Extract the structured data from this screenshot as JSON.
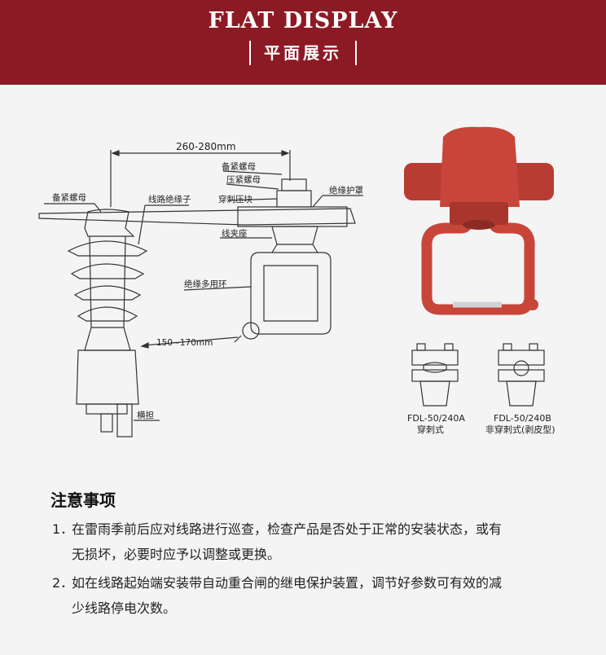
{
  "header": {
    "title": "FLAT DISPLAY",
    "subtitle": "平面展示"
  },
  "diagram": {
    "span_label": "260-280mm",
    "labels": {
      "backup_nut_left": "备紧螺母",
      "line_insulator": "线路绝缘子",
      "backup_nut_top": "备紧螺母",
      "press_nut": "压紧螺母",
      "pierce_block": "穿刺压块",
      "insulation_cover": "绝缘护罩",
      "clamp_seat": "线夹座",
      "multi_ring": "绝缘多用环",
      "reach": "150~170mm",
      "cross_arm": "横担"
    },
    "variant_a": {
      "model": "FDL-50/240A",
      "type": "穿刺式"
    },
    "variant_b": {
      "model": "FDL-50/240B",
      "type": "非穿刺式(剥皮型)"
    }
  },
  "notes": {
    "title": "注意事项",
    "items": [
      {
        "num": "1．",
        "line1": "在雷雨季前后应对线路进行巡查，检查产品是否处于正常的安装状态，或有",
        "line2": "无损坏，必要时应予以调整或更换。"
      },
      {
        "num": "2．",
        "line1": "如在线路起始端安装带自动重合闸的继电保护装置，调节好参数可有效的减",
        "line2": "少线路停电次数。"
      }
    ]
  },
  "colors": {
    "header_bg": "#8c1a24",
    "product_red": "#c8453a"
  }
}
